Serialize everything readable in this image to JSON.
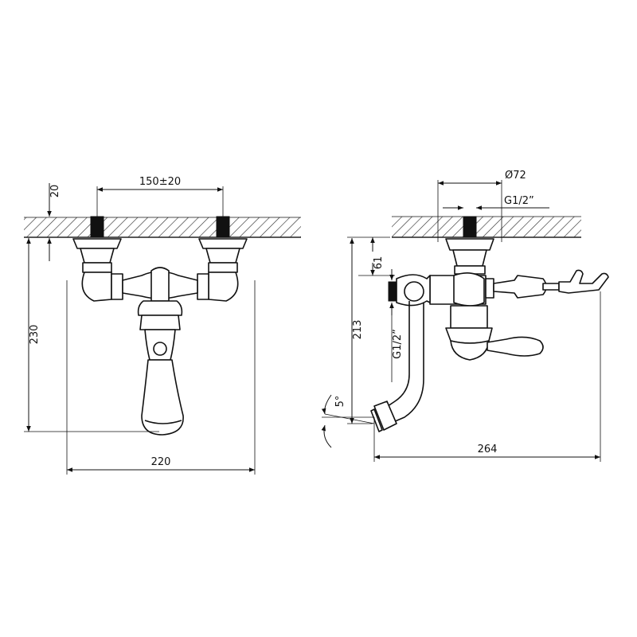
{
  "front_view": {
    "spacing": "150±20",
    "wall_offset": "20",
    "height": "230",
    "width": "220"
  },
  "side_view": {
    "diameter": "Ø72",
    "thread_top": "G1/2”",
    "offset": "61",
    "height": "213",
    "thread_side": "G1/2”",
    "angle": "5°",
    "length": "264"
  }
}
